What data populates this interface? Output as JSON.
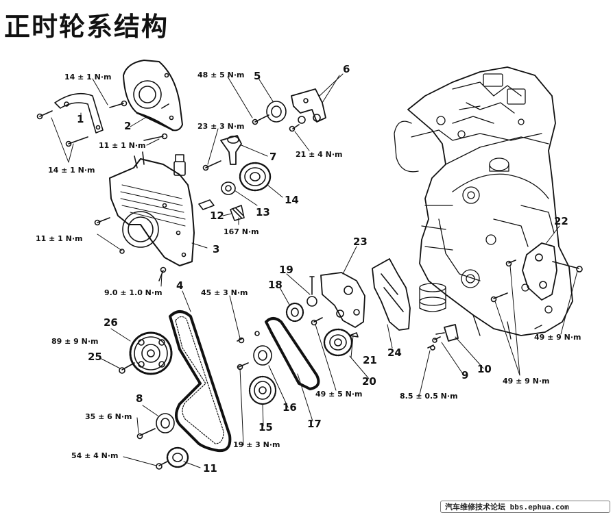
{
  "title": "正时轮系结构",
  "torques": [
    {
      "id": "t1",
      "text": "14 ± 1 N·m"
    },
    {
      "id": "t2",
      "text": "14 ± 1 N·m"
    },
    {
      "id": "t3",
      "text": "11 ± 1 N·m"
    },
    {
      "id": "t4",
      "text": "48 ± 5 N·m"
    },
    {
      "id": "t5",
      "text": "23 ± 3 N·m"
    },
    {
      "id": "t6",
      "text": "21 ± 4 N·m"
    },
    {
      "id": "t7",
      "text": "167 N·m"
    },
    {
      "id": "t8",
      "text": "11 ± 1 N·m"
    },
    {
      "id": "t9",
      "text": "9.0 ± 1.0 N·m"
    },
    {
      "id": "t10",
      "text": "45 ± 3 N·m"
    },
    {
      "id": "t11",
      "text": "89 ± 9 N·m"
    },
    {
      "id": "t12",
      "text": "35 ± 6 N·m"
    },
    {
      "id": "t13",
      "text": "54 ± 4 N·m"
    },
    {
      "id": "t14",
      "text": "19 ± 3 N·m"
    },
    {
      "id": "t15",
      "text": "49 ± 5 N·m"
    },
    {
      "id": "t16",
      "text": "8.5 ± 0.5 N·m"
    },
    {
      "id": "t17",
      "text": "49 ± 9 N·m"
    },
    {
      "id": "t18",
      "text": "49 ± 9 N·m"
    }
  ],
  "parts": [
    "1",
    "2",
    "3",
    "4",
    "5",
    "6",
    "7",
    "8",
    "9",
    "10",
    "11",
    "12",
    "13",
    "14",
    "15",
    "16",
    "17",
    "18",
    "19",
    "20",
    "21",
    "22",
    "23",
    "24",
    "25",
    "26"
  ],
  "watermark": "汽车维修技术论坛 bbs.ephua.com",
  "colors": {
    "line": "#111111",
    "background": "#ffffff"
  }
}
